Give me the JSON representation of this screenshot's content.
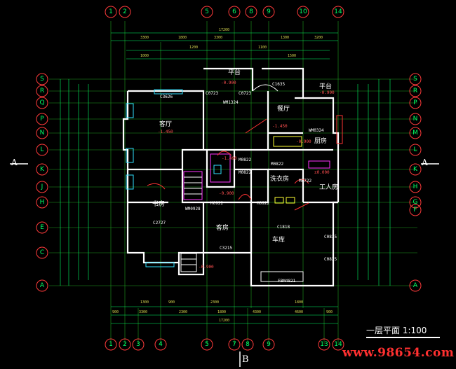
{
  "drawing": {
    "title": "一层平面 1:100",
    "watermark": "www.98654.com",
    "section_marks": {
      "a_left": "A",
      "a_right": "A",
      "b_bottom": "B"
    }
  },
  "axes": {
    "top": [
      "1",
      "2",
      "5",
      "6",
      "8",
      "9",
      "10",
      "14"
    ],
    "bottom": [
      "1",
      "2",
      "3",
      "4",
      "5",
      "7",
      "8",
      "9",
      "13",
      "14"
    ],
    "left": [
      "S",
      "R",
      "Q",
      "P",
      "N",
      "L",
      "K",
      "J",
      "H",
      "E",
      "C",
      "A"
    ],
    "right": [
      "S",
      "R",
      "P",
      "N",
      "M",
      "L",
      "K",
      "H",
      "G",
      "F",
      "A"
    ]
  },
  "dimensions": {
    "top_total": "17200",
    "top_parts": [
      "3300",
      "1800",
      "3300",
      "1300",
      "3200"
    ],
    "bottom_total": "17200",
    "bottom_parts": [
      "900",
      "3300",
      "2300",
      "1800",
      "4300",
      "4600",
      "900"
    ],
    "misc": [
      "1200",
      "1100",
      "1000",
      "1500",
      "1300",
      "900",
      "2300",
      "1800"
    ]
  },
  "rooms": [
    {
      "label": "客厅"
    },
    {
      "label": "平台"
    },
    {
      "label": "平台"
    },
    {
      "label": "餐厅"
    },
    {
      "label": "厨房"
    },
    {
      "label": "书房"
    },
    {
      "label": "客房"
    },
    {
      "label": "洗衣房"
    },
    {
      "label": "工人房"
    },
    {
      "label": "车库"
    }
  ],
  "levels": [
    "-1.450",
    "-0.900",
    "-0.900",
    "-1.450",
    "-0.900",
    "-1.490",
    "-0.900",
    "±0.000",
    "-0.900"
  ],
  "openings": [
    "C3626",
    "C0723",
    "C0723",
    "C1635",
    "WM1324",
    "WM0324",
    "M0822",
    "M0822",
    "M0722",
    "C2727",
    "WM0928",
    "M0822",
    "C3215",
    "FBM4821",
    "C1818",
    "C0835",
    "C0835",
    "M0922",
    "M0922"
  ],
  "colors": {
    "background": "#000000",
    "wall": "#ffffff",
    "axis_bubble": "#ff3b3b",
    "grid": "#1f9f1f",
    "dimension": "#00ff66",
    "dim_text": "#d8d850",
    "level": "#ff5050",
    "watermark": "#ff3030"
  }
}
